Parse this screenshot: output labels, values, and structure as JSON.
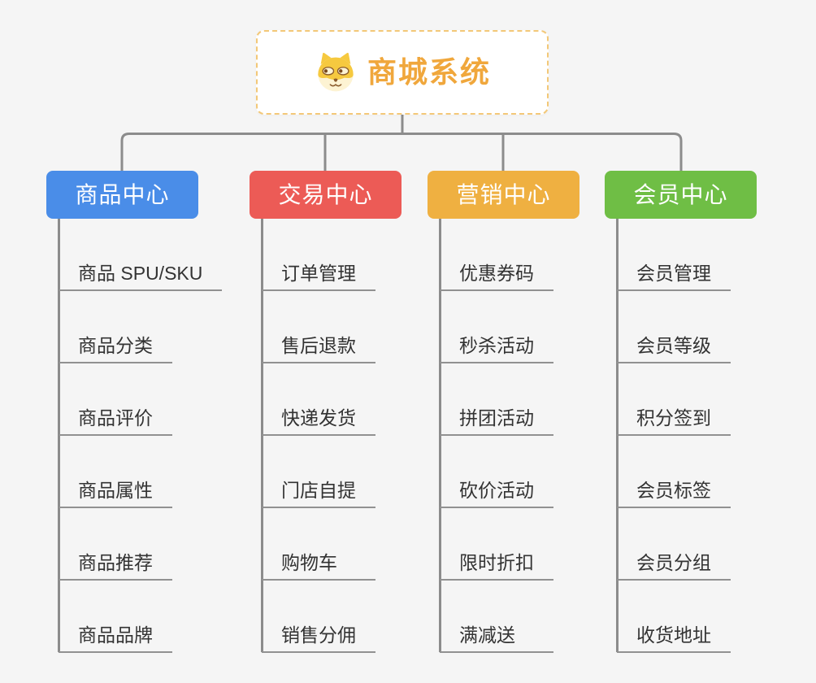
{
  "page": {
    "background": "#f5f5f5",
    "connector_color": "#8c8c8c"
  },
  "root": {
    "title": "商城系统",
    "title_color": "#f0a73c",
    "border_color": "#f3c878",
    "icon": "shiba-dog-icon"
  },
  "branches": [
    {
      "label": "商品中心",
      "color": "#4a8de8",
      "items": [
        "商品 SPU/SKU",
        "商品分类",
        "商品评价",
        "商品属性",
        "商品推荐",
        "商品品牌"
      ]
    },
    {
      "label": "交易中心",
      "color": "#ec5b56",
      "items": [
        "订单管理",
        "售后退款",
        "快递发货",
        "门店自提",
        "购物车",
        "销售分佣"
      ]
    },
    {
      "label": "营销中心",
      "color": "#efb041",
      "items": [
        "优惠券码",
        "秒杀活动",
        "拼团活动",
        "砍价活动",
        "限时折扣",
        "满减送"
      ]
    },
    {
      "label": "会员中心",
      "color": "#6fbe45",
      "items": [
        "会员管理",
        "会员等级",
        "积分签到",
        "会员标签",
        "会员分组",
        "收货地址"
      ]
    }
  ]
}
